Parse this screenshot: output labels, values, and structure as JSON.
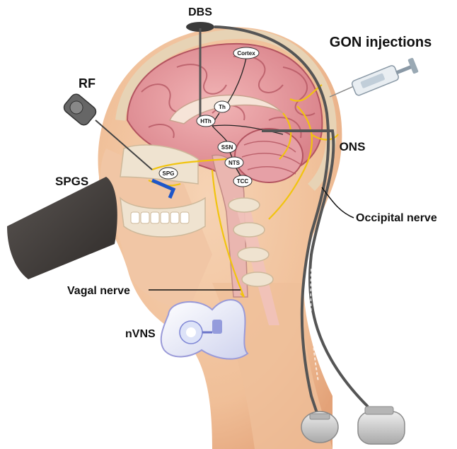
{
  "labels": {
    "dbs": "DBS",
    "gon": "GON injections",
    "rf": "RF",
    "ons": "ONS",
    "spgs": "SPGS",
    "occipital": "Occipital nerve",
    "vagal": "Vagal nerve",
    "nvns": "nVNS"
  },
  "structures": {
    "cortex": "Cortex",
    "th": "Th",
    "hth": "HTh",
    "ssn": "SSN",
    "nts": "NTS",
    "tcc": "TCC",
    "spg": "SPG"
  },
  "colors": {
    "skin": "#f3c9a6",
    "skin_shade": "#e6a57c",
    "brain": "#e9a1a4",
    "brain_dark": "#b5505b",
    "nerve": "#f1c40f",
    "lead": "#555555",
    "device": "#d0d0d0"
  }
}
